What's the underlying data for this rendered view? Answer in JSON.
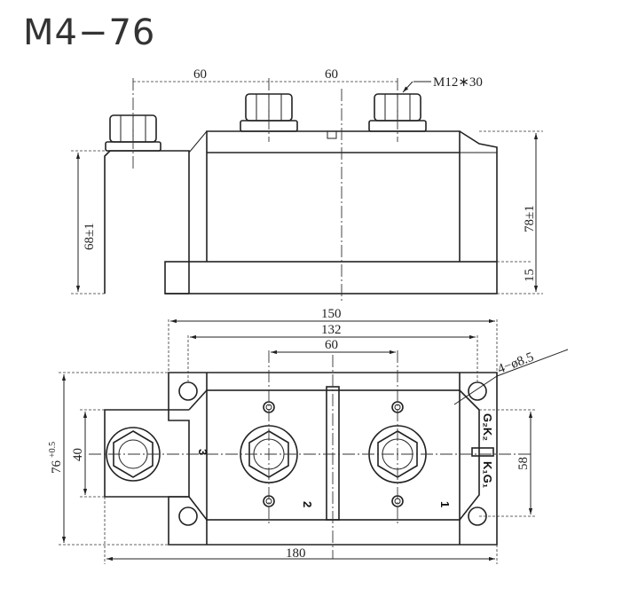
{
  "title": "M4−76",
  "top_view": {
    "dim_60_left": "60",
    "dim_60_right": "60",
    "bolt_label": "M12∗30",
    "height_68": "68±1",
    "height_78": "78±1",
    "height_15": "15"
  },
  "bottom_view": {
    "width_150": "150",
    "width_132": "132",
    "spacing_60": "60",
    "hole_label": "4−ø8.5",
    "height_76": "76",
    "height_76_tol": "+0.5",
    "height_40": "40",
    "height_58": "58",
    "width_180": "180",
    "term_1": "1",
    "term_2": "2",
    "term_3": "3",
    "pin_kg": "K₁G₁",
    "pin_gk": "G₂K₂"
  }
}
